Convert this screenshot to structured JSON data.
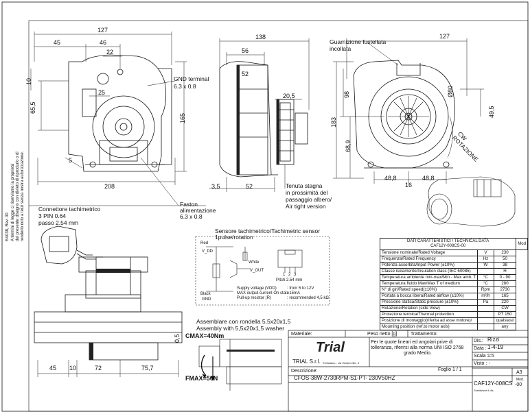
{
  "left_view": {
    "dims": [
      "127",
      "45",
      "46",
      "22",
      "10",
      "65,5",
      "25",
      "5",
      "208",
      "165"
    ],
    "gnd_label": "GND terminal",
    "gnd_size": "6.3 x 0.8",
    "faston_label1": "Faston",
    "faston_label2": "alimentazione",
    "faston_size": "6.3 x 0.8"
  },
  "middle_view": {
    "dims": [
      "138",
      "56",
      "20,5",
      "52",
      "3,5",
      "52"
    ],
    "note": [
      "Tenuta stagna",
      "in prossimità del",
      "passaggio albero/",
      "Air tight version"
    ]
  },
  "right_view": {
    "gasket_label": [
      "Guarnizione fustellata",
      "incollata"
    ],
    "dims": [
      "127",
      "98",
      "183",
      "68,9",
      "48,8",
      "48,8",
      "16",
      "49,5"
    ],
    "diameter": "Ø80",
    "rotation_label": "ROTAZIONE",
    "rotation_sub": "CW"
  },
  "tacho_connector": [
    "Connettore tachimetrico",
    "3 PIN 0.64",
    "passo 2.54 mm"
  ],
  "sensor": {
    "title": [
      "Sensore tachimetrico/Tachimetric sensor",
      "1pulse/rotation"
    ],
    "wires": [
      "Red",
      "V_DD",
      "White",
      "V_OUT",
      "Black",
      "GND"
    ],
    "pitch": "Pitch 2.54 mm",
    "pins": [
      "1",
      "2",
      "3"
    ],
    "specs_left": [
      "Supply voltage (VDD)",
      "MAX output current On state",
      "Pull-up resistor (R)"
    ],
    "specs_right": [
      ": from 5 to 12V",
      ": 15mA",
      ": recommended 4,5 kΩ"
    ]
  },
  "washer_note": [
    "Assemblare con rondella 5,5x20x1,5",
    "Assembly with 5,5x20x1,5 washer"
  ],
  "torque": {
    "cmax": "CMAX=40Nm",
    "fmax": "FMAX=50N",
    "dim": "0,5"
  },
  "bottom_dims": [
    "45",
    "10",
    "72",
    "75,7"
  ],
  "side_text": [
    "EA038, Rev. 00",
    "A termini di legge ci riserviamo la proprietà",
    "del presente disegno con divieto di riprodurlo o di",
    "renderlo noto a terzi senza nostra autorizzazione."
  ],
  "tech_data": {
    "title": "DATI CARATTERISTICI / TECHNICAL DATA",
    "model": "CAF12Y-008CS-00",
    "side_header": "Mod",
    "rows": [
      {
        "label": "Tensione  nominale/Rated Voltage",
        "unit": "V",
        "value": "230"
      },
      {
        "label": "Frequenza/Rated Frequency",
        "unit": "Hz",
        "value": "50"
      },
      {
        "label": "Potenza assorbita/Input Power (±10%)",
        "unit": "W",
        "value": "38"
      },
      {
        "label": "Classe isolamento/Insulation class (IEC 60085)",
        "unit": "",
        "value": "H"
      },
      {
        "label": "Temperatura ambiente min-max/Min - Max amb. T",
        "unit": "°C",
        "value": "0 - 90"
      },
      {
        "label": "Temperatura fluido Max/Max T of medium",
        "unit": "°C",
        "value": "280"
      },
      {
        "label": "N° di giri/Rated speed(±10%)",
        "unit": "Rpm",
        "value": "2730"
      },
      {
        "label": "Portata a bocca libera/Rated airflow (±10%)",
        "unit": "m³/h",
        "value": "165"
      },
      {
        "label": "Pressione statica/Static pressure (±10%)",
        "unit": "Pa",
        "value": "220"
      },
      {
        "label": "Rotazione/Rotation (side View)",
        "unit": "",
        "value": "CW"
      },
      {
        "label": "Protezione termica/Thermal protection",
        "unit": "",
        "value": "PT 150"
      },
      {
        "label": "Posizione di montaggio(riferita ad asse motore)/",
        "unit": "",
        "value": "qualsiasi/"
      },
      {
        "label": "Mounting position (ref.to motor axis)",
        "unit": "",
        "value": "any"
      }
    ]
  },
  "title_block": {
    "material": "Materiale:",
    "weight": "Peso netto [g]",
    "treatment": "Trattamento:",
    "tolerance": [
      "Per le quote lineari ed angolari prive di",
      "tolleranza, riferirsi alla norma UNI ISO 2768",
      "grado Medio."
    ],
    "logo": "Trial",
    "company": "TRIAL S.r.l.",
    "address": "S.Giuliano - via Vendel ville, 3",
    "sheet": "Foglio 1 / 1",
    "description_label": "Descrizione:",
    "description": "CFOS-38W-2730RPM-S1-PT-      230V50HZ",
    "dis_label": "Dis.:",
    "dis": "Rizzi",
    "data_label": "Data :",
    "data": "1-4-19",
    "scala_label": "Scala :",
    "scala": "1:5",
    "visto_label": "Visto :",
    "visto": "-",
    "format": "A3",
    "code": "CAF12Y-008CS",
    "mod": "-00",
    "mod_label": "Mod.",
    "sostituisce": "Sostituisce il dis."
  }
}
